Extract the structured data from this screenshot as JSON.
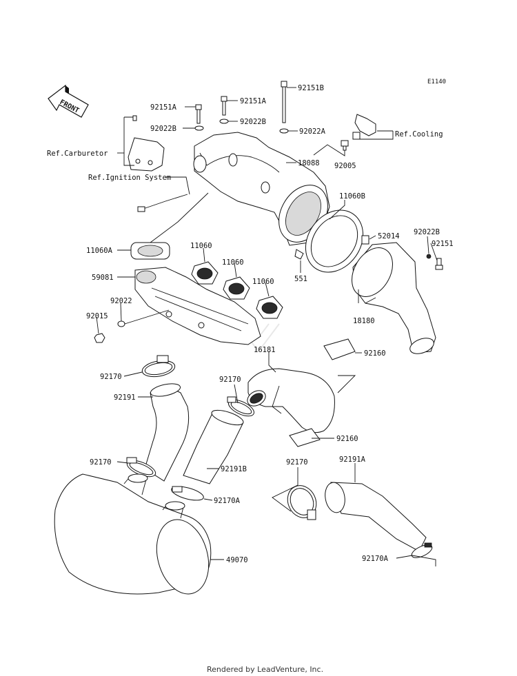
{
  "diagram": {
    "code": "E1140",
    "front_label": "FRONT",
    "footer": "Rendered by LeadVenture, Inc.",
    "part_labels": {
      "p92151B": "92151B",
      "p92151A_a": "92151A",
      "p92151A_b": "92151A",
      "p92022B_a": "92022B",
      "p92022B_b": "92022B",
      "p92022A": "92022A",
      "ref_cooling": "Ref.Cooling",
      "ref_carburetor": "Ref.Carburetor",
      "p92005": "92005",
      "p18088": "18088",
      "ref_ignition": "Ref.Ignition System",
      "p11060B": "11060B",
      "p52014": "52014",
      "p92022B_c": "92022B",
      "p92151": "92151",
      "p11060A": "11060A",
      "p11060_a": "11060",
      "p11060_b": "11060",
      "p11060_c": "11060",
      "p59081": "59081",
      "p551": "551",
      "p92022": "92022",
      "p92015": "92015",
      "p18180": "18180",
      "p16181": "16181",
      "p92160_a": "92160",
      "p92170_a": "92170",
      "p92170_b": "92170",
      "p92191": "92191",
      "p92160_b": "92160",
      "p92170_c": "92170",
      "p92191B": "92191B",
      "p92170A_a": "92170A",
      "p92170_d": "92170",
      "p92191A": "92191A",
      "p49070": "49070",
      "p92170A_b": "92170A"
    }
  }
}
